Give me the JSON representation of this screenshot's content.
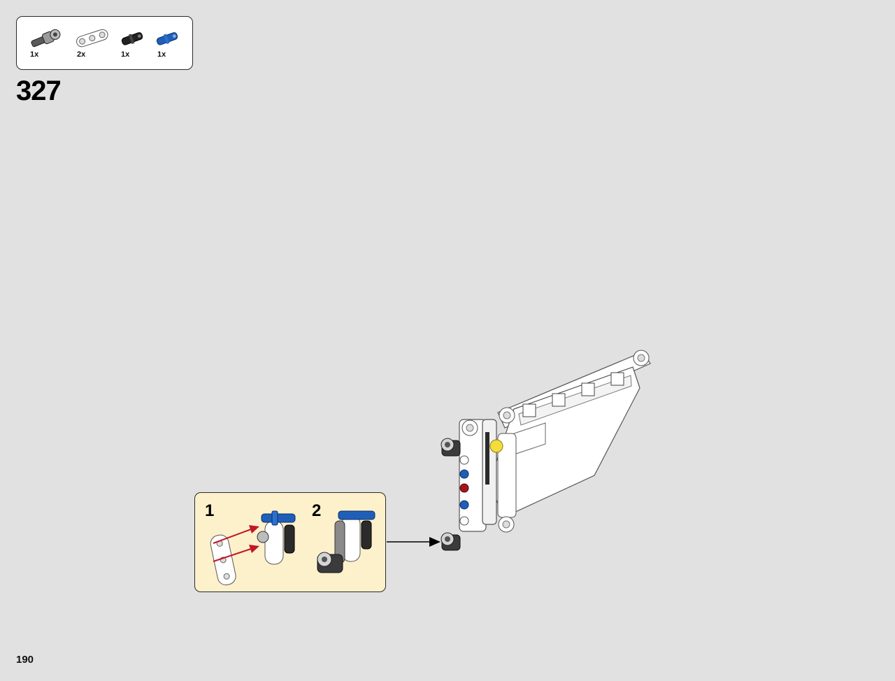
{
  "step": {
    "number": "327"
  },
  "parts": [
    {
      "name": "axle-connector",
      "qty": "1x"
    },
    {
      "name": "white-beam-3",
      "qty": "2x"
    },
    {
      "name": "black-pin",
      "qty": "1x"
    },
    {
      "name": "blue-pin",
      "qty": "1x"
    }
  ],
  "substeps": [
    {
      "number": "1"
    },
    {
      "number": "2"
    }
  ],
  "page": {
    "number": "190"
  }
}
